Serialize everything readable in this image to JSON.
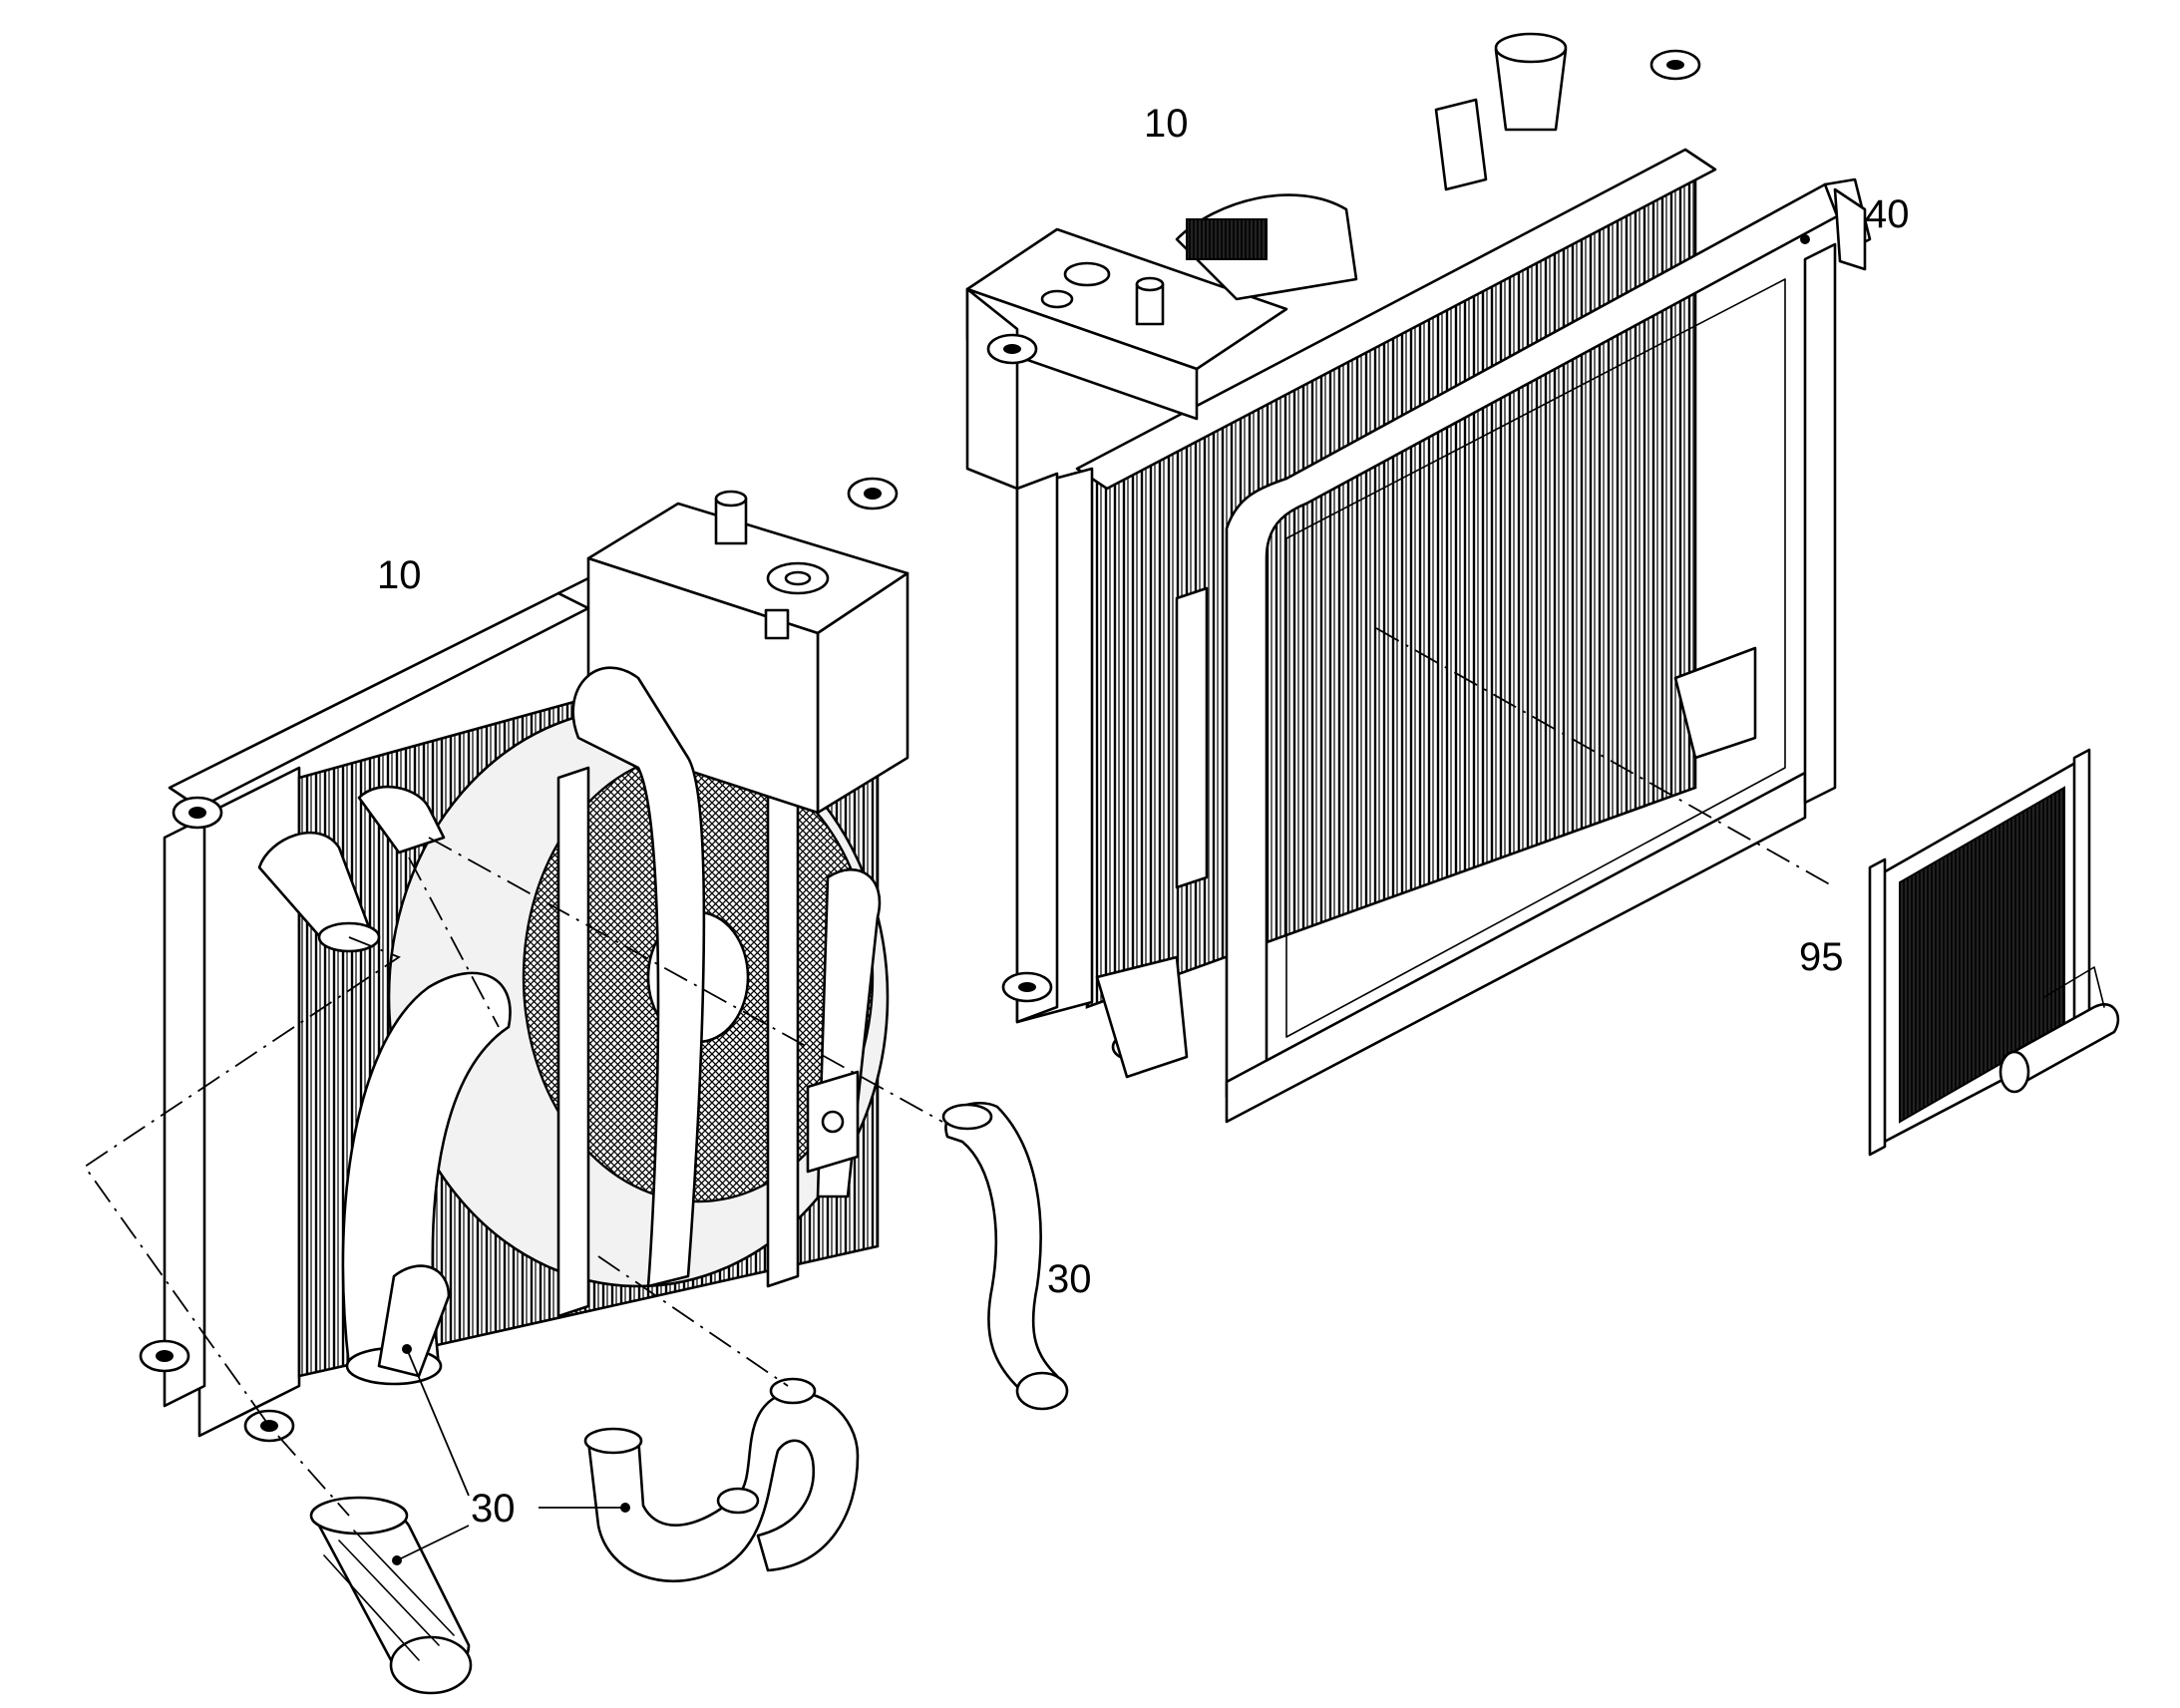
{
  "diagram": {
    "callouts": [
      {
        "id": "c10a",
        "label": "10"
      },
      {
        "id": "c10b",
        "label": "10"
      },
      {
        "id": "c40",
        "label": "40"
      },
      {
        "id": "c95",
        "label": "95"
      },
      {
        "id": "c30a",
        "label": "30"
      },
      {
        "id": "c30b",
        "label": "30"
      }
    ]
  }
}
